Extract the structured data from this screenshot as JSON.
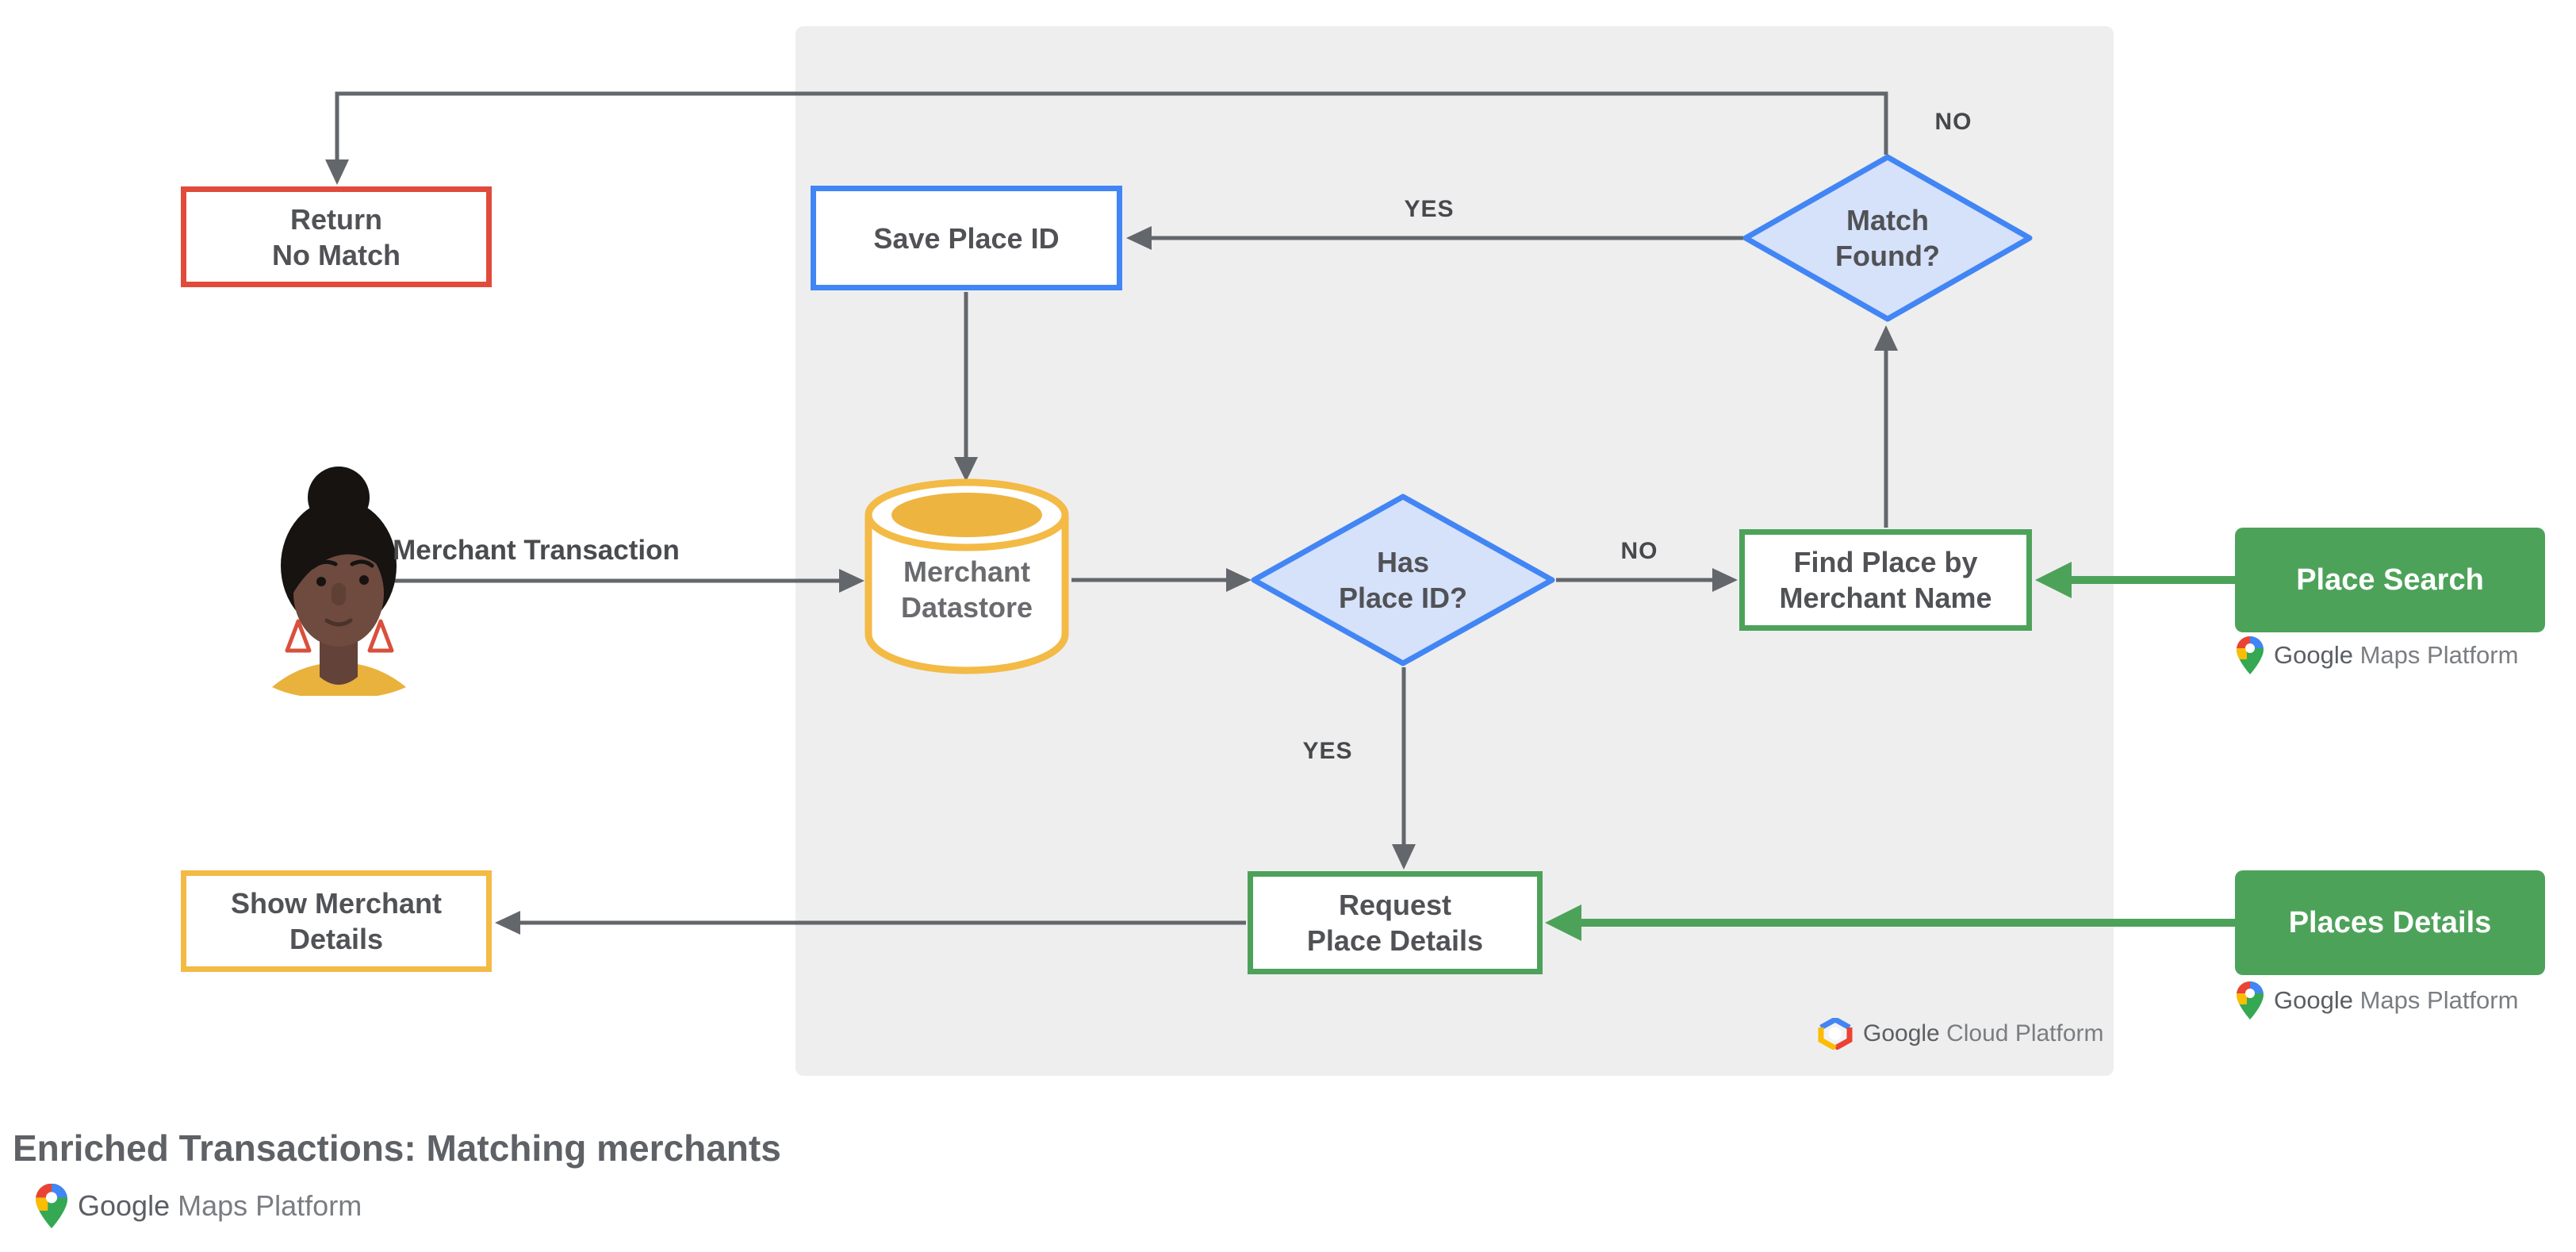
{
  "title": "Enriched Transactions: Matching merchants",
  "nodes": {
    "return_no_match": "Return\nNo Match",
    "save_place_id": "Save Place ID",
    "match_found": "Match\nFound?",
    "merchant_datastore": "Merchant\nDatastore",
    "has_place_id": "Has\nPlace ID?",
    "find_place_by_merchant_name": "Find Place by\nMerchant Name",
    "place_search": "Place Search",
    "request_place_details": "Request\nPlace Details",
    "places_details": "Places Details",
    "show_merchant_details": "Show Merchant\nDetails"
  },
  "edge_labels": {
    "merchant_transaction": "Merchant Transaction",
    "match_found_no": "NO",
    "match_found_yes": "YES",
    "has_place_id_no": "NO",
    "has_place_id_yes": "YES"
  },
  "logos": {
    "google_cloud_platform": {
      "google": "Google",
      "product": "Cloud Platform"
    },
    "gmp_place_search": {
      "google": "Google",
      "product": "Maps Platform"
    },
    "gmp_places_details": {
      "google": "Google",
      "product": "Maps Platform"
    },
    "gmp_footer": {
      "google": "Google",
      "product": "Maps Platform"
    }
  },
  "colors": {
    "red": "#E04B3B",
    "blue": "#4285F4",
    "blue_fill": "#D6E1FA",
    "yellow": "#F3BA45",
    "yellow_fill": "#EEB440",
    "green": "#4DA25A",
    "panel_gray": "#EEEEEF",
    "line_gray": "#63676B",
    "text_gray": "#515256"
  }
}
